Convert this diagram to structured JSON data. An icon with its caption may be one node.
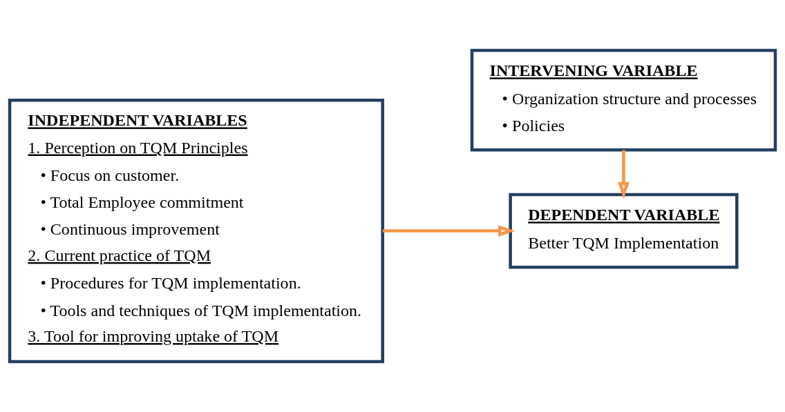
{
  "diagram": {
    "nodes": [
      {
        "text": [
          "INDEPENDENT VARIABLES",
          "1. Perception on TQM Principles",
          "• Focus on customer.",
          "• Total Employee commitment",
          "• Continuous improvement",
          "2. Current practice of TQM",
          "• Procedures for TQM implementation.",
          "• Tools and techniques of TQM implementation.",
          "3. Tool for improving uptake of TQM"
        ]
      },
      {
        "text": [
          "DEPENDENT VARIABLE",
          "Better TQM Implementation"
        ]
      },
      {
        "text": [
          "INTERVENING VARIABLE",
          "• Organization structure and processes",
          "• Policies"
        ]
      }
    ],
    "edges": [
      {
        "from": 0,
        "to": 1,
        "arrow": "to"
      },
      {
        "from": 2,
        "to": 1,
        "arrow": "to"
      }
    ]
  }
}
